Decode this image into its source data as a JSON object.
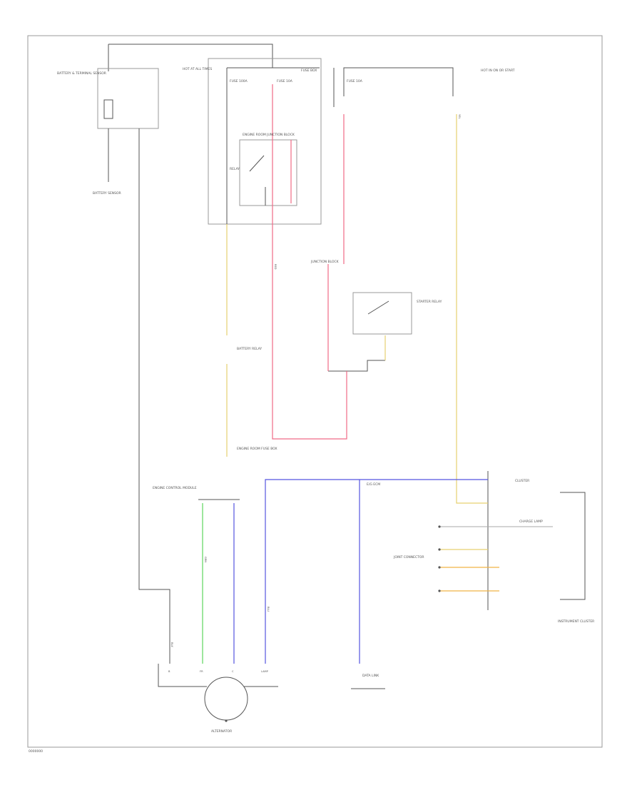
{
  "colors": {
    "wire_black": "#555555",
    "wire_red": "#f06a86",
    "wire_yellow": "#e6d070",
    "wire_orange": "#f0b446",
    "wire_blue": "#5555e0",
    "wire_green": "#5cd65c",
    "frame": "#999999"
  },
  "labels": {
    "ground_fuse_sensor": "BATTERY & TERMINAL SENSOR",
    "battery_sensor": "BATTERY SENSOR",
    "fuse_box": "HOT AT ALL TIMES",
    "fuse_a": "FUSE 100A",
    "fuse_b": "FUSE 10A",
    "fuse_box_note": "FUSE BOX",
    "fuse_c": "FUSE 10A",
    "hot_ign": "HOT IN ON OR START",
    "relay_coil": "RELAY",
    "relay_box_a": "ENGINE ROOM JUNCTION BLOCK",
    "relay_box_b": "JUNCTION BLOCK",
    "starter_relay": "STARTER RELAY",
    "battery_relay": "BATTERY RELAY",
    "eng_room_fuse": "ENGINE ROOM FUSE BOX",
    "ecm": "ENGINE CONTROL MODULE",
    "charge": "CHARGE LAMP",
    "data_link": "DATA LINK",
    "alternator": "ALTERNATOR",
    "ecm_label": "E/G ECM",
    "instrument_cluster": "INSTRUMENT CLUSTER",
    "junction_connector": "JOINT CONNECTOR",
    "cluster_side": "CLUSTER",
    "corner_tag": "0000000"
  },
  "pins": {
    "alt_b": "B",
    "alt_fr": "FR",
    "alt_c": "C",
    "alt_lamp": "LAMP",
    "w1": "BLK",
    "w2": "RED",
    "w3": "YEL",
    "w4": "BLU",
    "w5": "GRN"
  }
}
